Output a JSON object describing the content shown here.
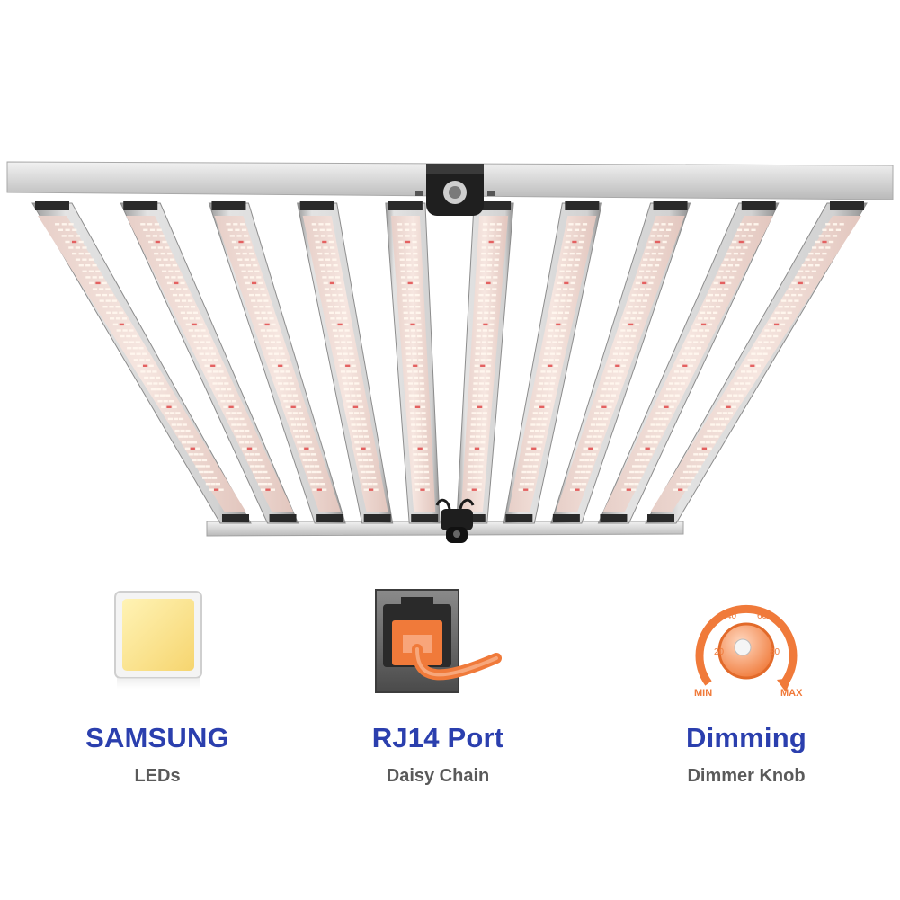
{
  "product": {
    "bar_count": 10,
    "colors": {
      "frame": "#d8d8d8",
      "bar_body": "#c9c9c9",
      "bar_face": "#efd9d2",
      "led_white": "#fff7ee",
      "led_red": "#e35a5a",
      "controller": "#1e1e1e"
    }
  },
  "features": [
    {
      "icon": "samsung-led-chip-icon",
      "title": "SAMSUNG",
      "subtitle": "LEDs"
    },
    {
      "icon": "rj14-port-icon",
      "title": "RJ14 Port",
      "subtitle": "Daisy Chain"
    },
    {
      "icon": "dimmer-knob-icon",
      "title": "Dimming",
      "subtitle": "Dimmer Knob",
      "dial": {
        "ticks": [
          "20",
          "40",
          "60",
          "80"
        ],
        "min_label": "MIN",
        "max_label": "MAX"
      }
    }
  ],
  "colors": {
    "title": "#2b3fae",
    "subtitle": "#5a5a5a",
    "accent_orange": "#f07a3a"
  }
}
